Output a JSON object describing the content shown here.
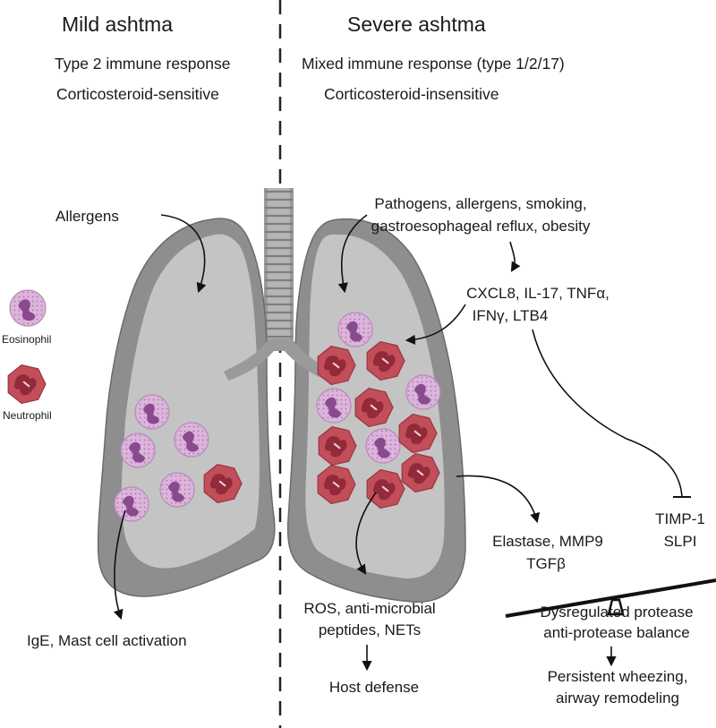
{
  "left_panel": {
    "title": "Mild ashtma",
    "response": "Type 2 immune response",
    "steroid": "Corticosteroid-sensitive",
    "trigger": "Allergens",
    "outcome": "IgE, Mast cell activation"
  },
  "right_panel": {
    "title": "Severe ashtma",
    "response": "Mixed immune response (type 1/2/17)",
    "steroid": "Corticosteroid-insensitive",
    "triggers_line1": "Pathogens, allergens, smoking,",
    "triggers_line2": "gastroesophageal reflux, obesity",
    "cytokines_line1": "CXCL8, IL-17, TNFα,",
    "cytokines_line2": "IFNγ, LTB4",
    "proteases_line1": "Elastase, MMP9",
    "proteases_line2": "TGFβ",
    "inhibitors_line1": "TIMP-1",
    "inhibitors_line2": "SLPI",
    "defense_line1": "ROS, anti-microbial",
    "defense_line2": "peptides, NETs",
    "defense_result": "Host defense",
    "balance_line1": "Dysregulated protease",
    "balance_line2": "anti-protease balance",
    "final_line1": "Persistent wheezing,",
    "final_line2": "airway remodeling"
  },
  "legend": {
    "eosinophil": "Eosinophil",
    "neutrophil": "Neutrophil"
  },
  "colors": {
    "lung_outer": "#8e8e8e",
    "lung_inner": "#c4c4c4",
    "eosinophil": "#dcb4dc",
    "eosinophil_nucleus": "#8a4a8e",
    "neutrophil": "#c24e5a",
    "neutrophil_nucleus": "#8a2434"
  }
}
